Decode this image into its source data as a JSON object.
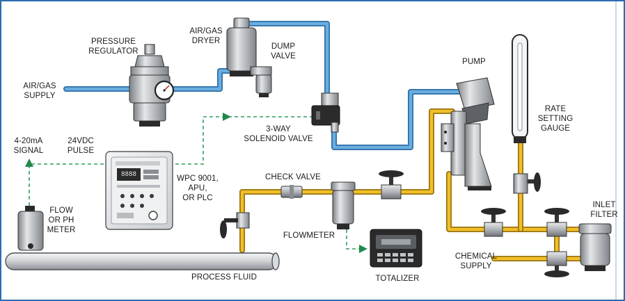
{
  "colors": {
    "air_line": "#5a9fd4",
    "chemical_line": "#e8b420",
    "signal_line": "#2e9e5e",
    "metal": "#b8bcc0",
    "dark_metal": "#3a3a3a",
    "frame": "#2a6cb0"
  },
  "labels": {
    "pressure_regulator": [
      "PRESSURE",
      "REGULATOR"
    ],
    "air_gas_dryer": [
      "AIR/GAS",
      "DRYER"
    ],
    "dump_valve": [
      "DUMP",
      "VALVE"
    ],
    "pump": "PUMP",
    "air_gas_supply": [
      "AIR/GAS",
      "SUPPLY"
    ],
    "solenoid_valve": [
      "3-WAY",
      "SOLENOID VALVE"
    ],
    "rate_setting_gauge": [
      "RATE",
      "SETTING",
      "GAUGE"
    ],
    "signal": [
      "4-20mA",
      "SIGNAL"
    ],
    "pulse": [
      "24VDC",
      "PULSE"
    ],
    "controller": [
      "WPC 9001,",
      "APU,",
      "OR PLC"
    ],
    "check_valve": "CHECK VALVE",
    "inlet_filter": [
      "INLET",
      "FILTER"
    ],
    "flow_meter": [
      "FLOW",
      "OR PH",
      "METER"
    ],
    "flowmeter": "FLOWMETER",
    "chemical_supply": [
      "CHEMICAL",
      "SUPPLY"
    ],
    "process_fluid": "PROCESS FLUID",
    "totalizer": "TOTALIZER"
  },
  "icons": {
    "controller_display": "8888",
    "arrow": "triangle-arrow"
  }
}
